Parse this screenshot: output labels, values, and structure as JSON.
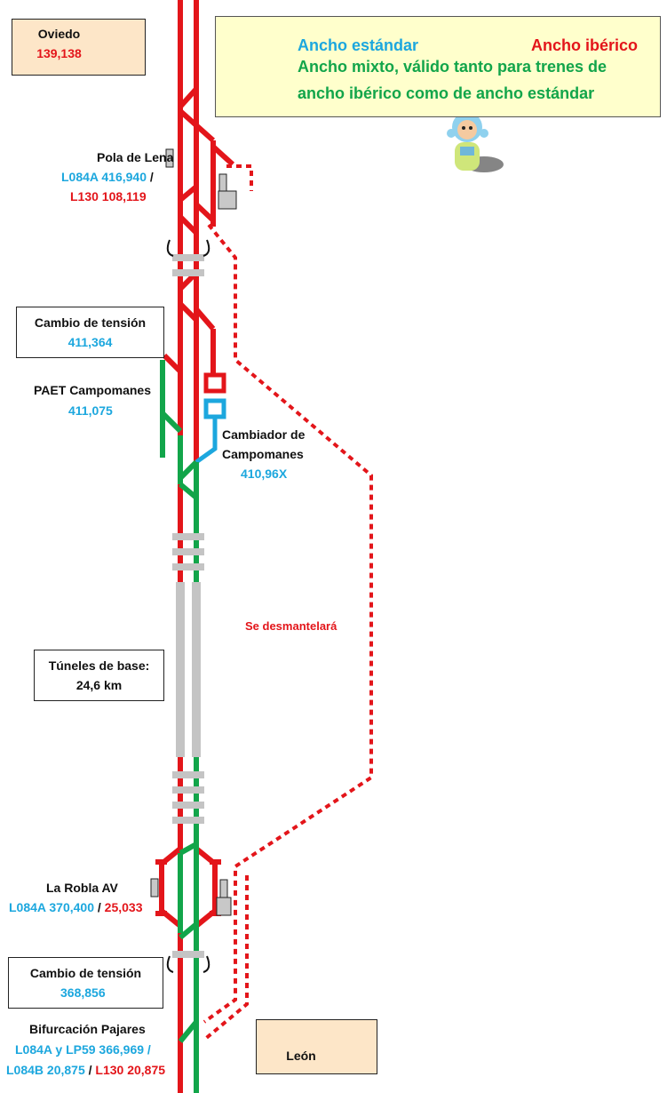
{
  "legend": {
    "standard": "Ancho estándar",
    "iberian": "Ancho ibérico",
    "mixed_line1": "Ancho mixto, válido tanto para trenes de",
    "mixed_line2": "ancho ibérico como de ancho estándar"
  },
  "oviedo": {
    "name": "Oviedo",
    "km": "139,138"
  },
  "leon": {
    "name": "León"
  },
  "pola_de_lena": {
    "name": "Pola de Lena",
    "km_a": "L084A 416,940",
    "sep": " /",
    "km_b": "L130 108,119"
  },
  "cambio_tension_1": {
    "title": "Cambio de tensión",
    "km": "411,364"
  },
  "paet": {
    "name": "PAET Campomanes",
    "km": "411,075"
  },
  "cambiador": {
    "line1": "Cambiador de",
    "line2": "Campomanes",
    "km": "410,96X"
  },
  "se_desmantelara": "Se desmantelará",
  "tuneles": {
    "line1": "Túneles de base:",
    "line2": "24,6 km"
  },
  "la_robla": {
    "name": "La Robla AV",
    "km_a": "L084A 370,400",
    "sep": " / ",
    "km_b": "25,033"
  },
  "cambio_tension_2": {
    "title": "Cambio de tensión",
    "km": "368,856"
  },
  "bifurcacion": {
    "name": "Bifurcación Pajares",
    "line2": "L084A y LP59 366,969 /",
    "line3_a": "L084B 20,875",
    "sep": " / ",
    "line3_b": "L130 20,875"
  },
  "colors": {
    "iberian": "#e3151a",
    "standard": "#1ca7de",
    "mixed": "#12a54a",
    "tunnel": "#c4c4c4",
    "legend_bg": "#ffffcc",
    "peach_bg": "#fde6c8"
  },
  "icons": [
    "arrow-up-icon",
    "arrow-down-icon",
    "signal-icon",
    "doll-mascot-icon",
    "phase-break-icon"
  ]
}
